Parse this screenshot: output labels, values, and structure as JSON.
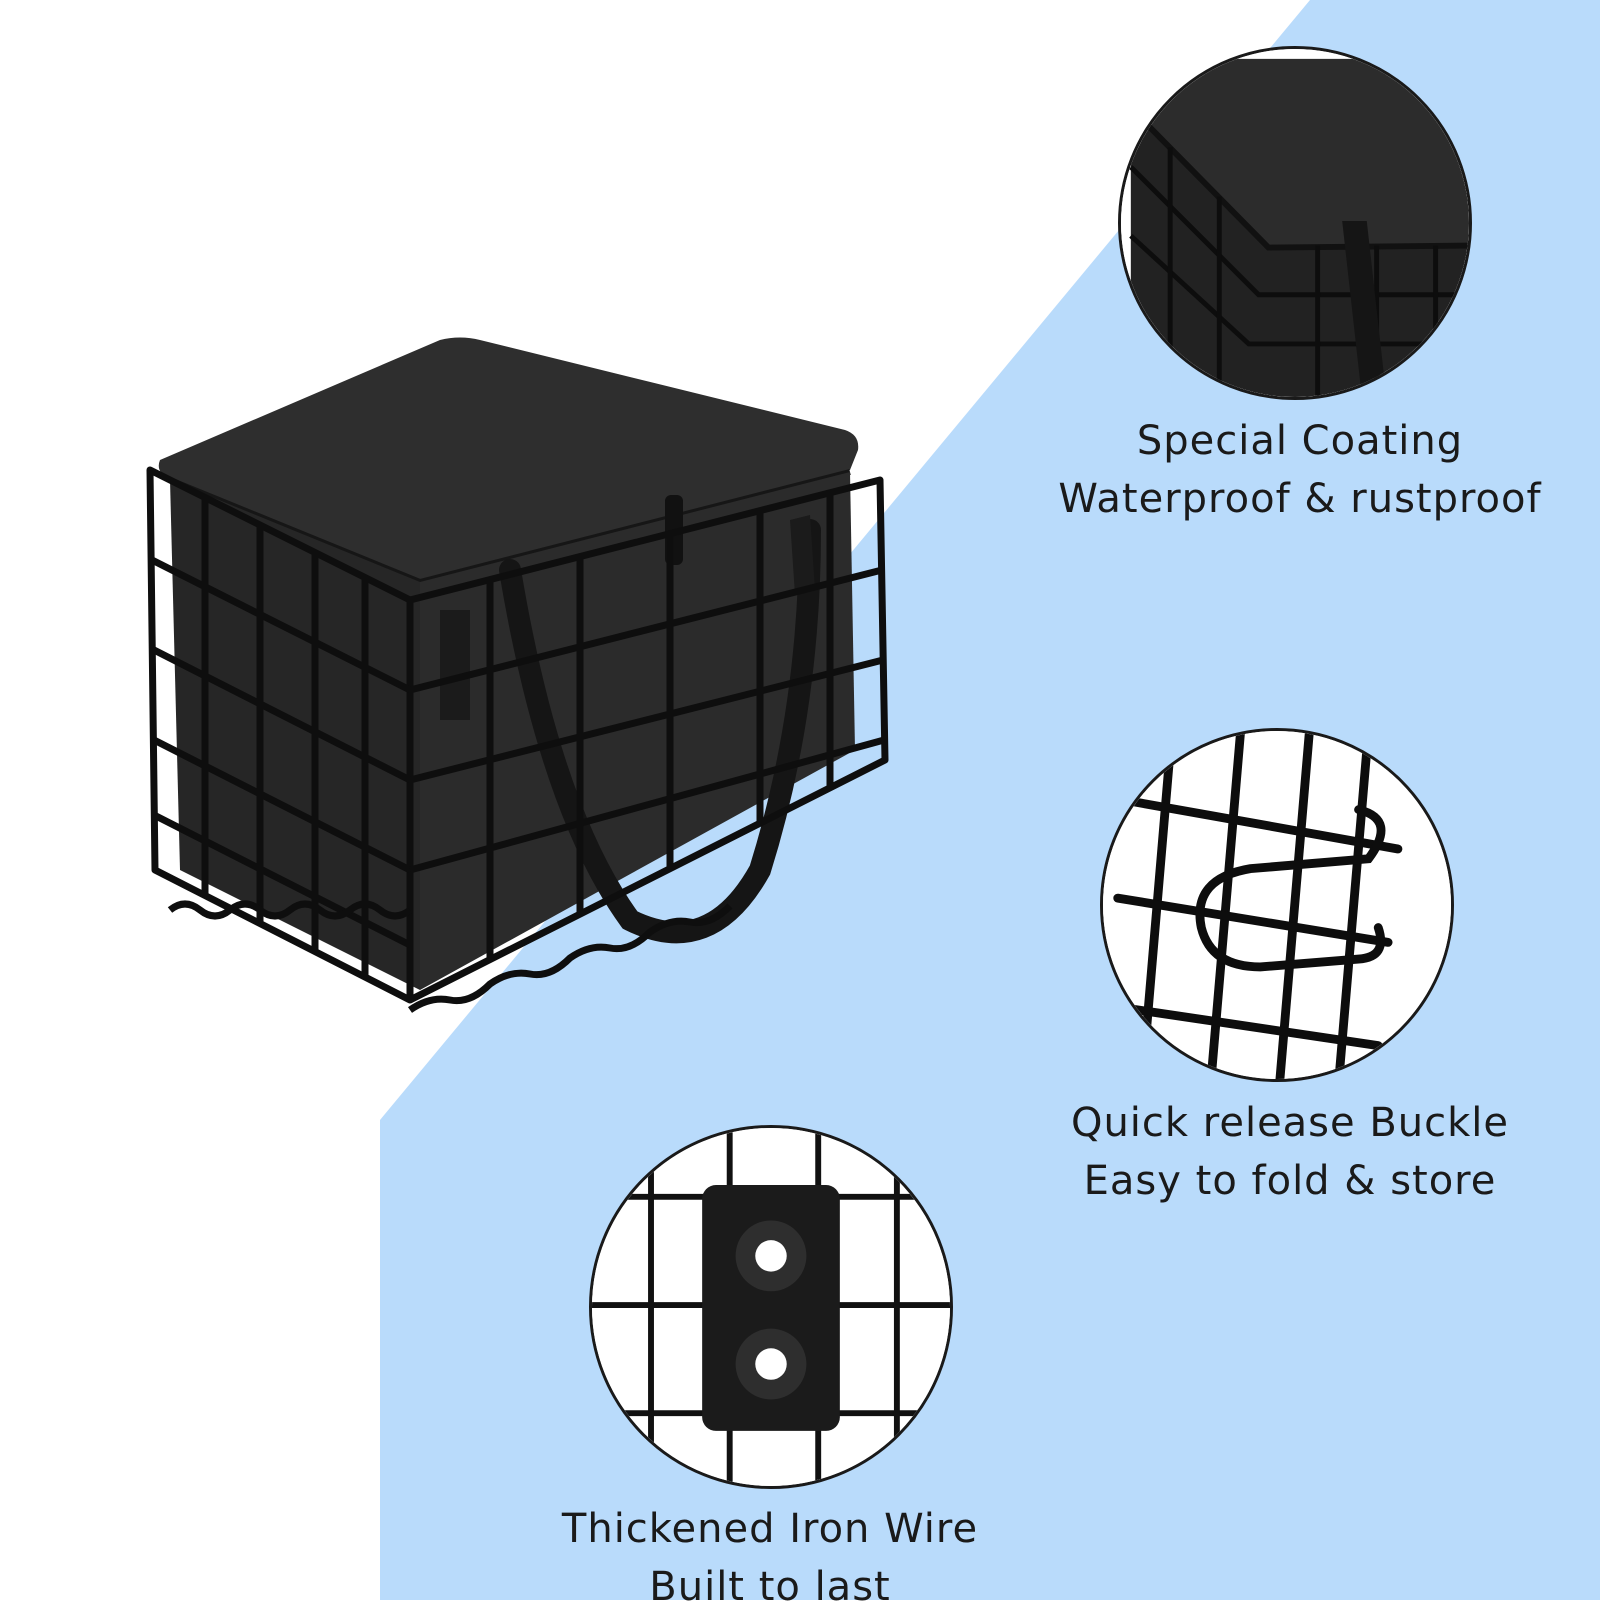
{
  "colors": {
    "background": "#ffffff",
    "accent_blue": "#b9dbfb",
    "bag_fabric": "#2a2a2a",
    "wire": "#111111",
    "text": "#1a1a1a"
  },
  "features": [
    {
      "icon": "coated-bag-closeup-icon",
      "line1": "Special Coating",
      "line2": "Waterproof & rustproof"
    },
    {
      "icon": "quick-release-buckle-icon",
      "line1": "Quick release Buckle",
      "line2": "Easy to fold & store"
    },
    {
      "icon": "iron-wire-clamp-icon",
      "line1": "Thickened Iron Wire",
      "line2": "Built to last"
    }
  ]
}
